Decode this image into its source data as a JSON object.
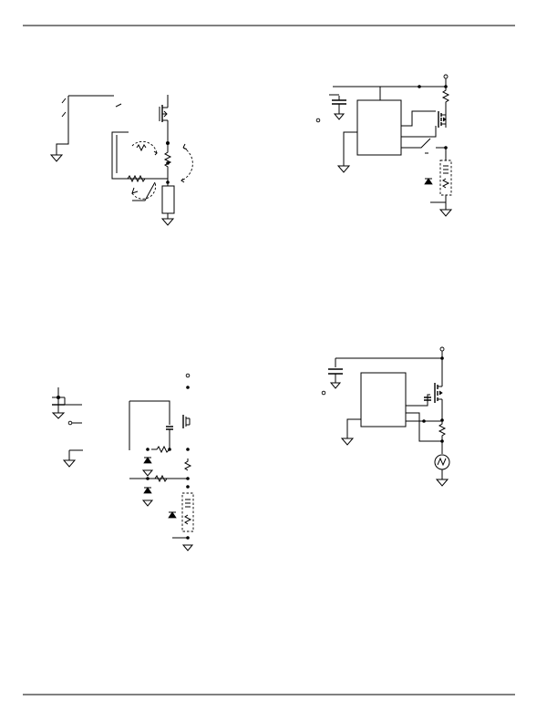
{
  "page": {
    "colors": {
      "ink": "#000000",
      "background": "#ffffff"
    },
    "diagrams": [
      {
        "name": "fig-top-left",
        "kind": "schematic-with-current-loops"
      },
      {
        "name": "fig-top-right",
        "kind": "controller-with-mosfet-switch"
      },
      {
        "name": "fig-bottom-left",
        "kind": "multi-output-clamp-network"
      },
      {
        "name": "fig-bottom-right",
        "kind": "controller-with-mosfet-and-lamp"
      }
    ]
  }
}
